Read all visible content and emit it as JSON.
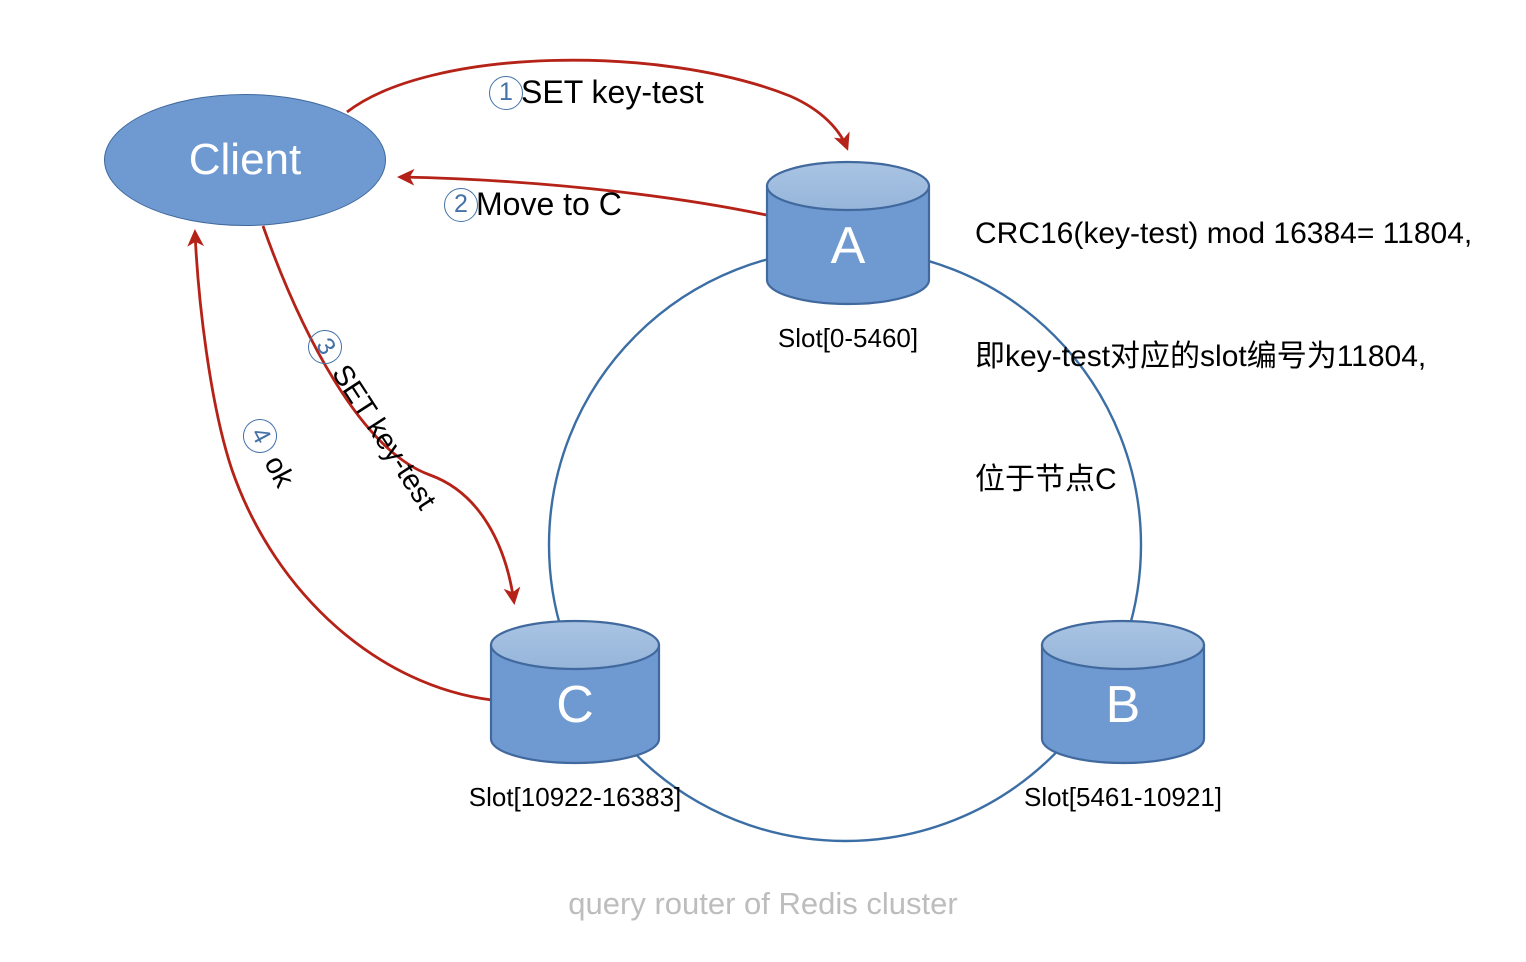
{
  "diagram": {
    "caption": "query router of Redis cluster",
    "client": {
      "label": "Client"
    },
    "annotation": {
      "line1": "CRC16(key-test) mod 16384= 11804,",
      "line2": "即key-test对应的slot编号为11804,",
      "line3": "位于节点C"
    },
    "nodes": [
      {
        "letter": "A",
        "slot_label": "Slot[0-5460]"
      },
      {
        "letter": "B",
        "slot_label": "Slot[5461-10921]"
      },
      {
        "letter": "C",
        "slot_label": "Slot[10922-16383]"
      }
    ],
    "steps": [
      {
        "number": "1",
        "text": "SET key-test"
      },
      {
        "number": "2",
        "text": "Move to C"
      },
      {
        "number": "3",
        "text": "SET key-test"
      },
      {
        "number": "4",
        "text": "ok"
      }
    ],
    "colors": {
      "node_body": "#6e9ad1",
      "node_top": "#9dbbdd",
      "node_border": "#41699e",
      "ring_stroke": "#3b6ea5",
      "arrow": "#b52217",
      "badge": "#4472a8",
      "caption": "#bdbdbd"
    }
  }
}
